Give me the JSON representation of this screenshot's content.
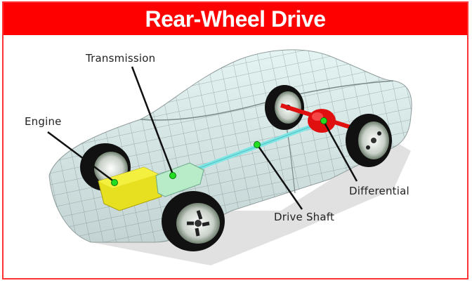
{
  "title": "Rear-Wheel Drive",
  "colors": {
    "title_bg": "#ff0000",
    "border": "#ff3333",
    "engine": "#e6e020",
    "transmission": "#b8ecc8",
    "drive_shaft": "#7fe6e6",
    "differential": "#e01010",
    "axle": "#e01010",
    "marker": "#22dd22"
  },
  "labels": [
    {
      "id": "transmission",
      "text": "Transmission"
    },
    {
      "id": "engine",
      "text": "Engine"
    },
    {
      "id": "differential",
      "text": "Differential"
    },
    {
      "id": "drive_shaft",
      "text": "Drive Shaft"
    }
  ]
}
